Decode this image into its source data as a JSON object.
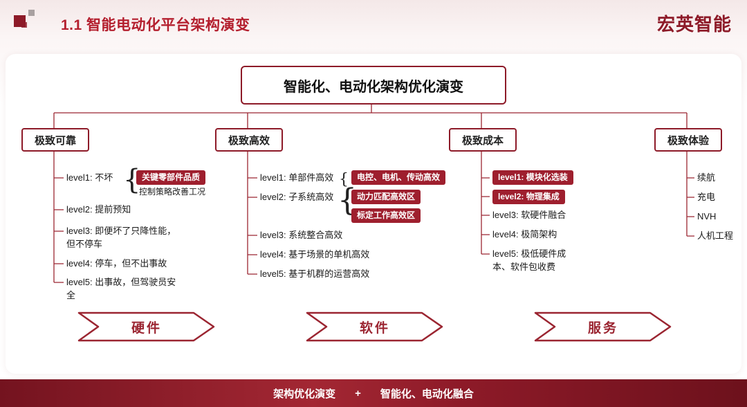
{
  "header": {
    "title": "1.1 智能电动化平台架构演变",
    "brand": "宏英智能"
  },
  "root_title": "智能化、电动化架构优化演变",
  "glyphs": {
    "brace": "{"
  },
  "reliable": {
    "title": "极致可靠",
    "level1": "level1: 不坏",
    "badge": "关键零部件品质",
    "note": "控制策略改善工况",
    "level2": "level2: 提前预知",
    "level3": "level3: 即便坏了只降性能，但不停车",
    "level4": "level4: 停车，但不出事故",
    "level5": "level5: 出事故，但驾驶员安全"
  },
  "efficient": {
    "title": "极致高效",
    "level1": "level1: 单部件高效",
    "badge1": "电控、电机、传动高效",
    "level2": "level2: 子系统高效",
    "badge2": "动力匹配高效区",
    "badge3": "标定工作高效区",
    "level3": "level3: 系统整合高效",
    "level4": "level4: 基于场景的单机高效",
    "level5": "level5: 基于机群的运营高效"
  },
  "cost": {
    "title": "极致成本",
    "badge1": "level1: 模块化选装",
    "badge2": "level2: 物理集成",
    "level3": "level3: 软硬件融合",
    "level4": "level4: 极简架构",
    "level5": "level5: 极低硬件成本、软件包收费"
  },
  "experience": {
    "title": "极致体验",
    "item1": "续航",
    "item2": "充电",
    "item3": "NVH",
    "item4": "人机工程"
  },
  "arrows": {
    "hardware": "硬件",
    "software": "软件",
    "service": "服务"
  },
  "footer": {
    "left": "架构优化演变",
    "plus": "+",
    "right": "智能化、电动化融合"
  }
}
